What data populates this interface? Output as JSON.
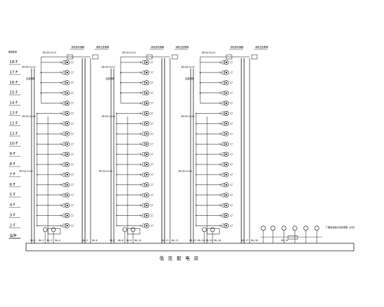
{
  "diagram": {
    "header_left": "电梯机房",
    "floor_labels": [
      "18 F",
      "17 F",
      "16 F",
      "15 F",
      "14 F",
      "13 F",
      "12 F",
      "11 F",
      "10 F",
      "9 F",
      "8 F",
      "7 F",
      "6 F",
      "5 F",
      "4 F",
      "3 F",
      "2 F",
      "1 F",
      "-1 F"
    ],
    "bottom_label": "低 压 配 电 房",
    "right_note": "广播及电话分支系统图（示意）",
    "units": [
      {
        "top_label_a": "ZR-YJV-5×10",
        "top_label_b": "双电源切换箱",
        "top_label_c": "消防应急照明",
        "mid_label_a": "ZR-YJV-5×10",
        "mid_label_b": "应急照明",
        "mid_label_c": "ZR-YJV-5×16",
        "low_label": "ZR-YJV-5×25"
      },
      {
        "top_label_a": "ZR-YJV-5×10",
        "top_label_b": "双电源切换箱",
        "top_label_c": "消防应急照明",
        "mid_label_a": "ZR-YJV-5×10",
        "mid_label_b": "应急照明",
        "mid_label_c": "ZR-YJV-5×16",
        "low_label": "ZR-YJV-5×25"
      },
      {
        "top_label_a": "ZR-YJV-5×10",
        "top_label_b": "双电源切换箱",
        "top_label_c": "消防应急照明",
        "mid_label_a": "ZR-YJV-5×10",
        "mid_label_b": "应急照明",
        "mid_label_c": "ZR-YJV-5×16",
        "low_label": "ZR-YJV-5×25"
      }
    ],
    "bus_labels": [
      "WL-1",
      "WL-2",
      "WL-3",
      "WL-4",
      "WL-5",
      "WL-6",
      "WL-7",
      "WL-8",
      "WL-9",
      "WL-10",
      "WL-11",
      "WL-12",
      "WL-13",
      "WL-14",
      "WL-15",
      "WL-16",
      "WL-17",
      "WL-18",
      "WL-19"
    ]
  }
}
